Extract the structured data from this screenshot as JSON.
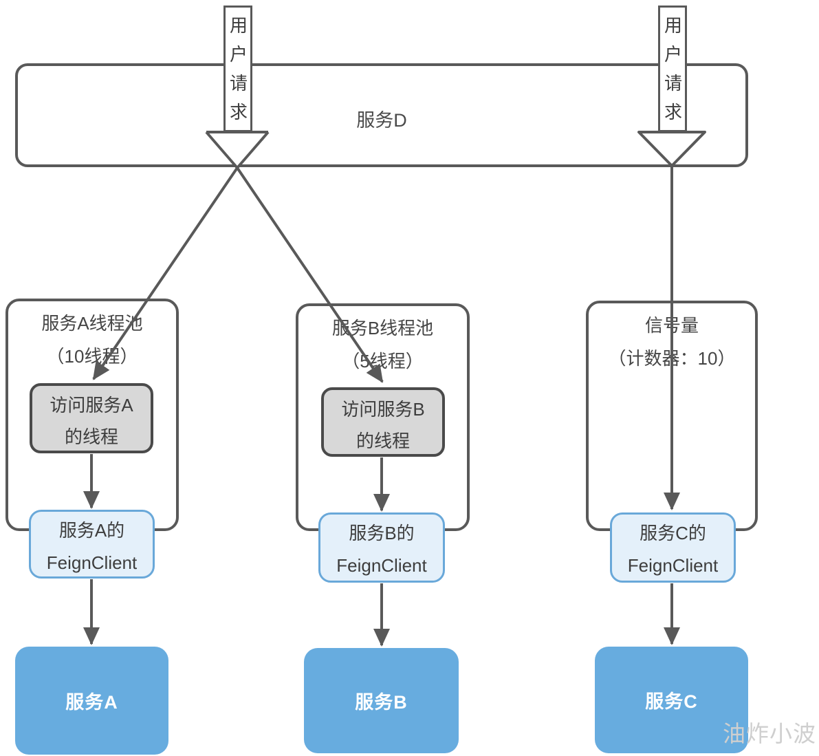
{
  "diagram": {
    "service_d": {
      "label": "服务D"
    },
    "user_requests": [
      "用户请求",
      "用户请求"
    ],
    "lanes": [
      {
        "container_title": "服务A线程池",
        "container_subtitle": "（10线程）",
        "thread_box_line1": "访问服务A",
        "thread_box_line2": "的线程",
        "feign_line1": "服务A的",
        "feign_line2": "FeignClient",
        "service_label": "服务A"
      },
      {
        "container_title": "服务B线程池",
        "container_subtitle": "（5线程）",
        "thread_box_line1": "访问服务B",
        "thread_box_line2": "的线程",
        "feign_line1": "服务B的",
        "feign_line2": "FeignClient",
        "service_label": "服务B"
      },
      {
        "container_title": "信号量",
        "container_subtitle": "（计数器：10）",
        "feign_line1": "服务C的",
        "feign_line2": "FeignClient",
        "service_label": "服务C"
      }
    ],
    "watermark": "油炸小波",
    "colors": {
      "line_gray": "#595959",
      "thread_box_fill": "#d8d8d8",
      "thread_box_border": "#4a4a4a",
      "feign_fill": "#e4f0fa",
      "feign_border": "#69a8d9",
      "service_fill": "#67acdf",
      "text_dark": "#424242",
      "service_text": "#ffffff",
      "watermark_color": "#cfcfcf"
    }
  }
}
